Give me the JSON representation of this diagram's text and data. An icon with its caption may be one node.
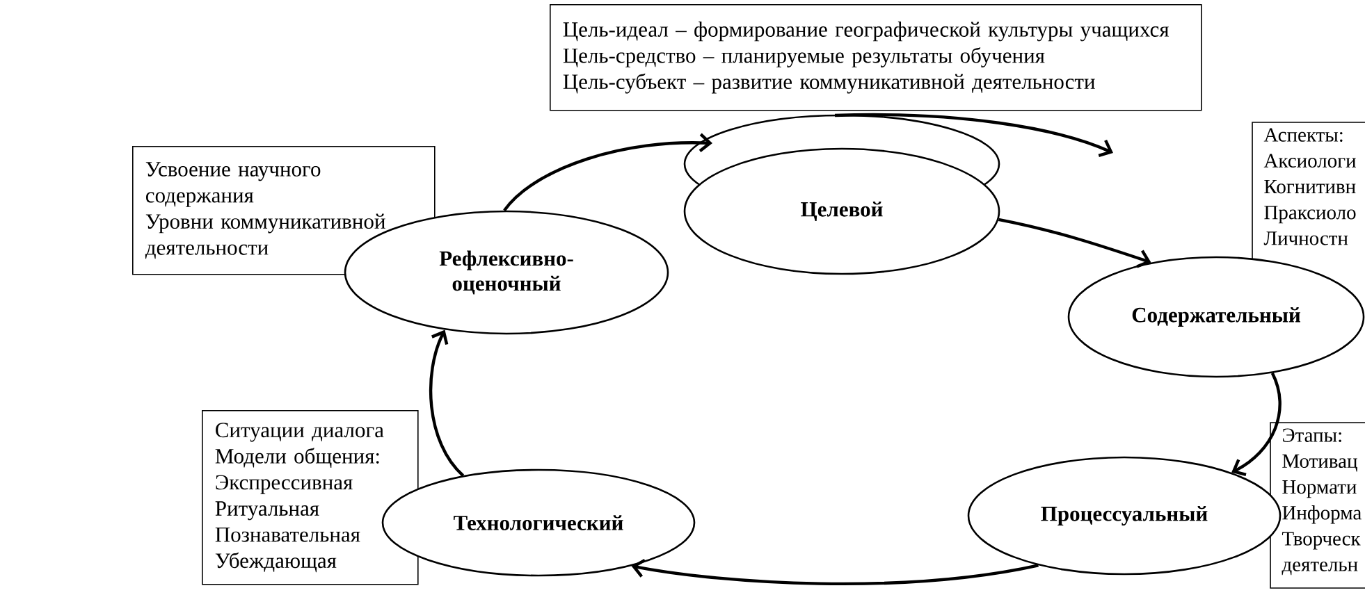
{
  "diagram": {
    "nodes": [
      {
        "text": [
          "Цель-идеал – формирование географической культуры учащихся",
          "Цель-средство – планируемые результаты обучения",
          "Цель-субъект – развитие коммуникативной деятельности"
        ]
      },
      {
        "text": [
          "Целевой"
        ]
      },
      {
        "text": [
          "Аспекты:",
          "Аксиологи",
          "Когнитивн",
          "Праксиоло",
          "Личностн"
        ]
      },
      {
        "text": [
          "Усвоение научного содержания",
          "Уровни коммуникативной деятельности"
        ]
      },
      {
        "text": [
          "Рефлексивно-оценочный"
        ]
      },
      {
        "text": [
          "Содержательный"
        ]
      },
      {
        "text": [
          "Ситуации диалога",
          "Модели общения:",
          "Экспрессивная",
          "Ритуальная",
          "Познавательная",
          "Убеждающая"
        ]
      },
      {
        "text": [
          "Технологический"
        ]
      },
      {
        "text": [
          "Процессуальный"
        ]
      },
      {
        "text": [
          "Этапы:",
          "Мотивац",
          "Нормати",
          "Информа",
          "Творческ",
          "деятельн"
        ]
      }
    ],
    "edges": [
      {
        "from": 4,
        "to": 1,
        "arrow": "to"
      },
      {
        "from": 1,
        "to": null,
        "arrow": "to"
      },
      {
        "from": 1,
        "to": 5,
        "arrow": "to"
      },
      {
        "from": 5,
        "to": 8,
        "arrow": "to"
      },
      {
        "from": 8,
        "to": 7,
        "arrow": "to"
      },
      {
        "from": 7,
        "to": 4,
        "arrow": "to"
      }
    ]
  }
}
